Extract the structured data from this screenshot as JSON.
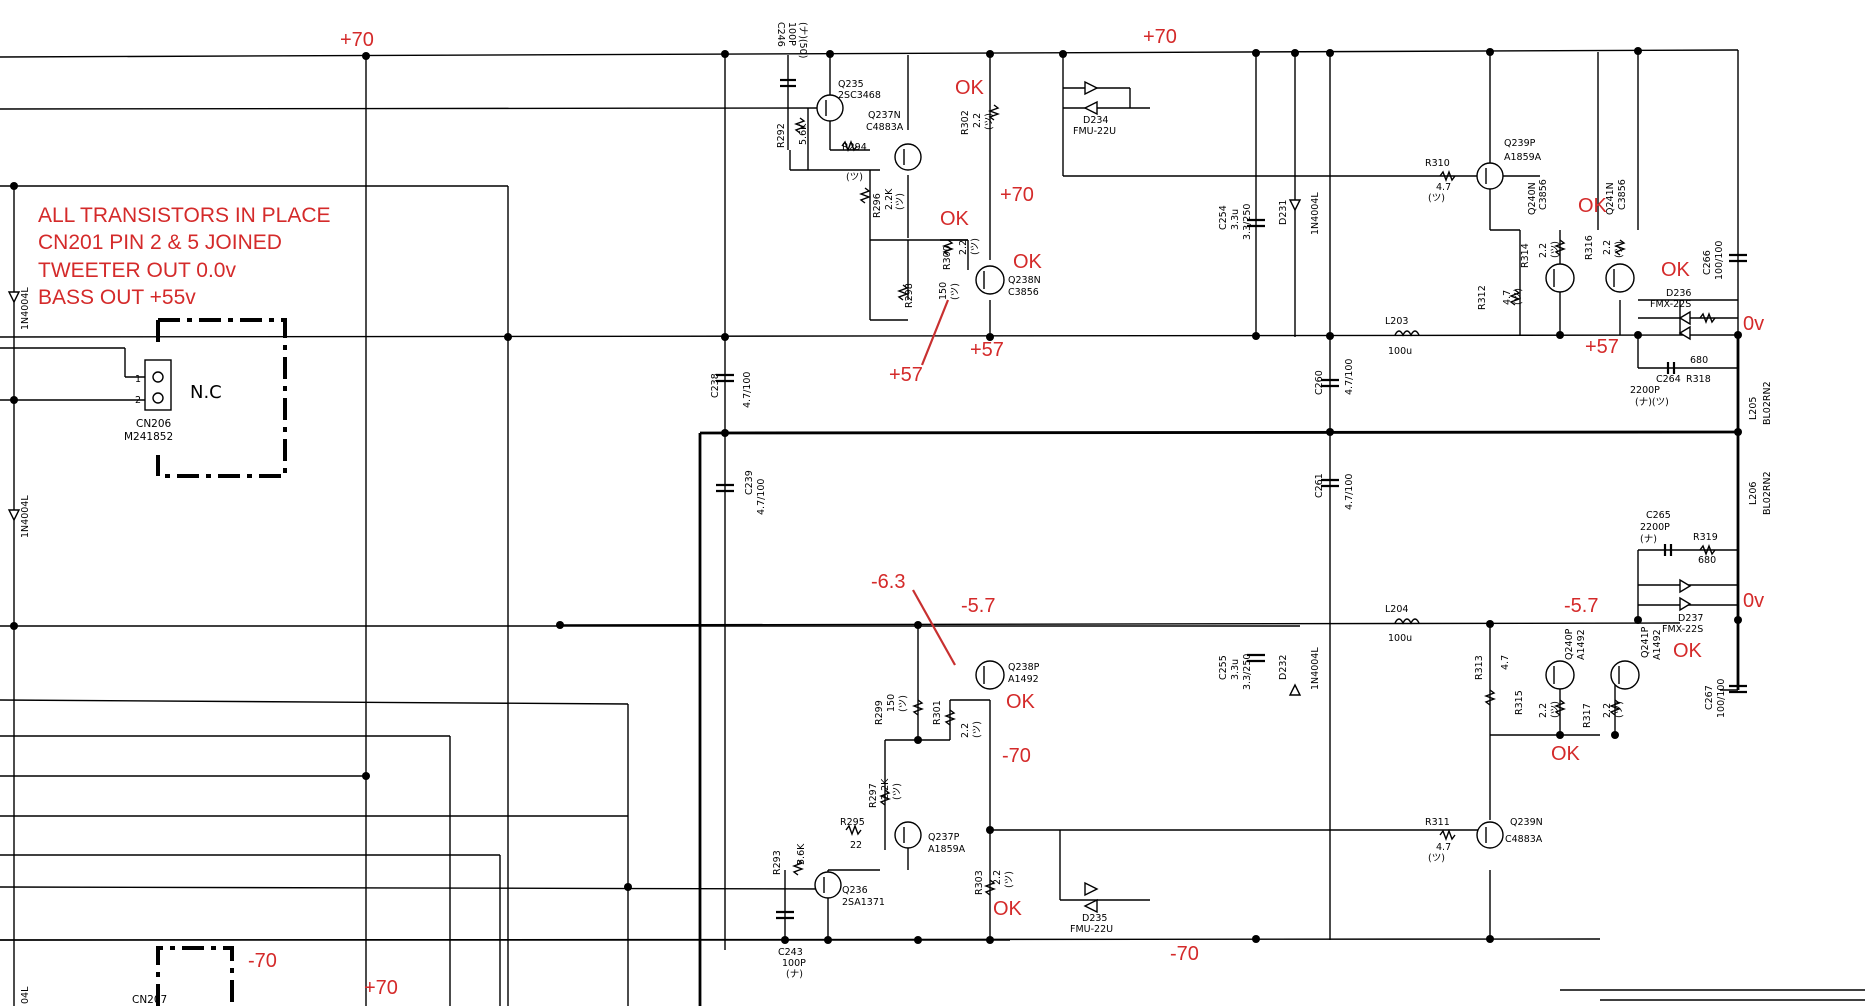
{
  "notes": [
    "ALL TRANSISTORS IN PLACE",
    "CN201 PIN 2 & 5 JOINED",
    "TWEETER OUT 0.0v",
    "BASS OUT +55v"
  ],
  "voltages": {
    "top_left_plus70": "+70",
    "top_mid_plus70": "+70",
    "q238_emitter_plus70": "+70",
    "plus57_mid": "+57",
    "plus57_pointer": "+57",
    "plus57_right": "+57",
    "zero_top": "0v",
    "zero_bottom": "0v",
    "minus63": "-6.3",
    "minus57_mid": "-5.7",
    "minus57_right": "-5.7",
    "minus70_mid": "-70",
    "minus70_bottom": "-70",
    "minus70_left": "-70",
    "plus70_bottom_left": "+70"
  },
  "ok_marks": {
    "r302": "OK",
    "r300": "OK",
    "q238n": "OK",
    "q240n": "OK",
    "q241n": "OK",
    "d237": "OK",
    "q238p": "OK",
    "r303": "OK",
    "q240p": "OK"
  },
  "connector": {
    "nc_label": "N.C",
    "cn206": "CN206",
    "cn206_part": "M241852",
    "pin1": "1",
    "pin2": "2",
    "cn207": "CN207"
  },
  "components": {
    "c246": "C246",
    "c246_val": "100P",
    "c246_sub": "(ナ)(50)",
    "q235": "Q235",
    "q235_part": "2SC3468",
    "q237n": "Q237N",
    "q237n_part": "C4883A",
    "r292": "R292",
    "r292_val": "5.6K",
    "r294": "R294",
    "r294_val": "(ツ)",
    "r296": "R296",
    "r296_val": "2.2K",
    "r296_sub": "(ツ)",
    "r302": "R302",
    "r302_val": "2.2",
    "r302_sub": "(ツ)",
    "d234": "D234",
    "d234_part": "FMU-22U",
    "r298": "R298",
    "r300": "R300",
    "r300_val": "150",
    "r300_sub": "(ツ)",
    "r300_val2": "2.2",
    "r300_sub2": "(ツ)",
    "q238n": "Q238N",
    "q238n_part": "C3856",
    "c238": "C238",
    "c238_val": "4.7/100",
    "c239": "C239",
    "c239_val": "4.7/100",
    "c254": "C254",
    "c254_val": "3.3u",
    "c254_v": "3.3/250",
    "d231": "D231",
    "d231_part": "1N4004L",
    "c260": "C260",
    "c260_val": "4.7/100",
    "c261": "C261",
    "c261_val": "4.7/100",
    "r310": "R310",
    "r310_val": "4.7",
    "r310_sub": "(ツ)",
    "q239p": "Q239P",
    "q239p_part": "A1859A",
    "q240n": "Q240N",
    "q240n_part": "C3856",
    "q241n": "Q241N",
    "q241n_part": "C3856",
    "r312": "R312",
    "r312_val": "4.7",
    "r312_sub": "(ツ)",
    "r314": "R314",
    "r314_val": "2.2",
    "r314_sub": "(ツ)",
    "r316": "R316",
    "r316_val": "2.2",
    "r316_sub": "(ツ)",
    "c266": "C266",
    "c266_val": "100/100",
    "d236": "D236",
    "d236_part": "FMX-22S",
    "l203": "L203",
    "l203_val": "100u",
    "c264": "C264",
    "c264_val": "2200P",
    "c264_sub": "(ナ)(ツ)",
    "r318": "R318",
    "r318_val": "680",
    "l205": "L205",
    "l205_part": "BL02RN2",
    "l206": "L206",
    "l206_part": "BL02RN2",
    "c265": "C265",
    "c265_val": "2200P",
    "c265_sub": "(ナ)",
    "r319": "R319",
    "r319_val": "680",
    "d237": "D237",
    "d237_part": "FMX-22S",
    "l204": "L204",
    "l204_val": "100u",
    "c255": "C255",
    "c255_val": "3.3u",
    "c255_v": "3.3/250",
    "d232": "D232",
    "d232_part": "1N4004L",
    "r313": "R313",
    "r313_val": "4.7",
    "r315": "R315",
    "r315_val": "2.2",
    "r315_sub": "(ツ)",
    "q240p": "Q240P",
    "q240p_part": "A1492",
    "q241p": "Q241P",
    "q241p_part": "A1492",
    "r317": "R317",
    "r317_val": "2.2",
    "r317_sub": "(ツ)",
    "c267": "C267",
    "c267_val": "100/100",
    "q238p": "Q238P",
    "q238p_part": "A1492",
    "r299": "R299",
    "r299_val": "150",
    "r299_sub": "(ツ)",
    "r301": "R301",
    "r301_val": "2.2",
    "r301_sub": "(ツ)",
    "r297": "R297",
    "r297_val": "2.2K",
    "r297_sub": "(ツ)",
    "r295": "R295",
    "r295_val": "22",
    "q237p": "Q237P",
    "q237p_part": "A1859A",
    "r293": "R293",
    "r293_val": "5.6K",
    "q236": "Q236",
    "q236_part": "2SA1371",
    "r303": "R303",
    "r303_val": "2.2",
    "r303_sub": "(ツ)",
    "d235": "D235",
    "d235_part": "FMU-22U",
    "c243": "C243",
    "c243_val": "100P",
    "c243_sub": "(ナ)",
    "r311": "R311",
    "r311_val": "4.7",
    "r311_sub": "(ツ)",
    "q239n": "Q239N",
    "q239n_part": "C4883A",
    "d_left1": "1N4004L",
    "d_left2": "1N4004L",
    "d_left3": "04L"
  }
}
